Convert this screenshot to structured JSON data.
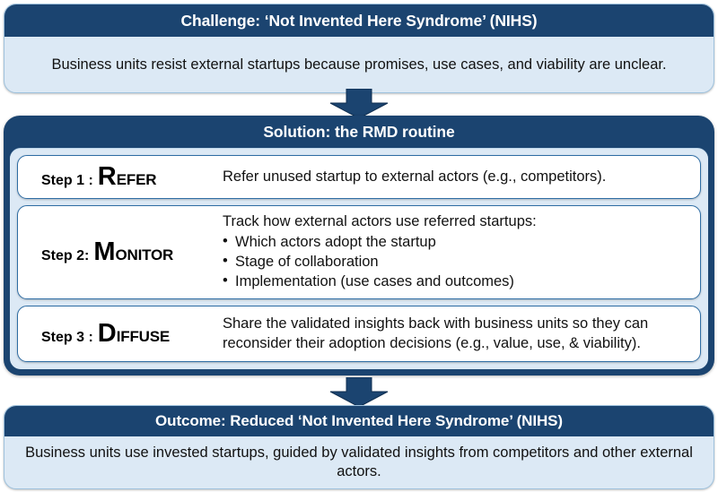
{
  "challenge": {
    "header": "Challenge: ‘Not Invented Here Syndrome’ (NIHS)",
    "body": "Business units resist external startups because promises, use cases, and viability are unclear."
  },
  "solution": {
    "title": "Solution: the RMD routine",
    "steps": [
      {
        "number": "Step 1 :",
        "initial": "R",
        "rest": "EFER",
        "description": "Refer unused startup to external actors  (e.g., competitors)."
      },
      {
        "number": "Step 2:",
        "initial": "M",
        "rest": "ONITOR",
        "description": "Track how external actors use referred startups:",
        "bullets": [
          "Which actors adopt the startup",
          "Stage of collaboration",
          "Implementation (use cases and outcomes)"
        ]
      },
      {
        "number": "Step 3 :",
        "initial": "D",
        "rest": "IFFUSE",
        "description": "Share the validated insights back with business units so they can reconsider their adoption decisions (e.g., value, use, & viability)."
      }
    ]
  },
  "outcome": {
    "header": "Outcome:  Reduced  ‘Not Invented Here Syndrome’ (NIHS)",
    "body": "Business units use invested startups, guided by validated insights from competitors and other external actors."
  },
  "colors": {
    "dark_blue": "#1b4470",
    "light_blue": "#dce9f5",
    "step_border": "#2e6da4",
    "white": "#ffffff",
    "text": "#111111"
  },
  "icons": {
    "arrow_down_1": "arrow-down-icon",
    "arrow_down_2": "arrow-down-icon"
  }
}
